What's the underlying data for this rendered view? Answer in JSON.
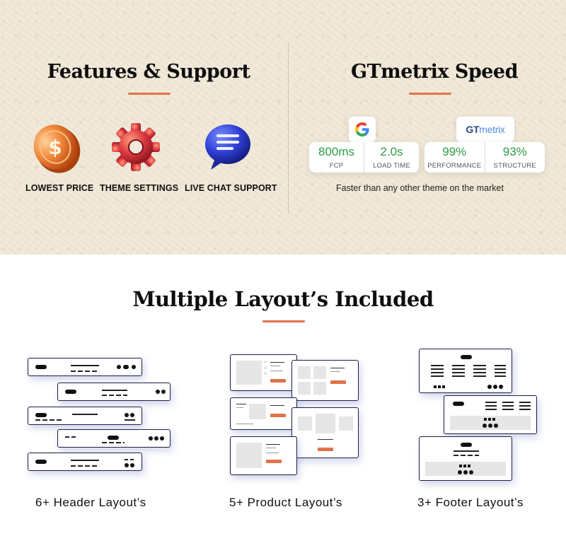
{
  "features": {
    "title": "Features & Support",
    "items": [
      {
        "label": "LOWEST PRICE",
        "icon": "coin-dollar-icon"
      },
      {
        "label": "THEME SETTINGS",
        "icon": "gear-icon"
      },
      {
        "label": "LIVE CHAT SUPPORT",
        "icon": "chat-bubble-icon"
      }
    ]
  },
  "speed": {
    "title": "GTmetrix Speed",
    "google": {
      "icon": "google-logo-icon",
      "metrics": [
        {
          "value": "800ms",
          "label": "FCP"
        },
        {
          "value": "2.0s",
          "label": "LOAD TIME"
        }
      ]
    },
    "gtmetrix": {
      "logo_prefix": "GT",
      "logo_suffix": "metrix",
      "metrics": [
        {
          "value": "99%",
          "label": "PERFORMANCE"
        },
        {
          "value": "93%",
          "label": "STRUCTURE"
        }
      ]
    },
    "tagline": "Faster than any other theme on the market"
  },
  "layouts": {
    "title": "Multiple Layout’s Included",
    "items": [
      {
        "label": "6+ Header Layout’s"
      },
      {
        "label": "5+ Product Layout’s"
      },
      {
        "label": "3+ Footer Layout’s"
      }
    ]
  },
  "colors": {
    "accent": "#e0734a",
    "metric_green": "#2e9b46",
    "wire_border": "#1b1f45",
    "top_bg": "#f1e9d9"
  }
}
